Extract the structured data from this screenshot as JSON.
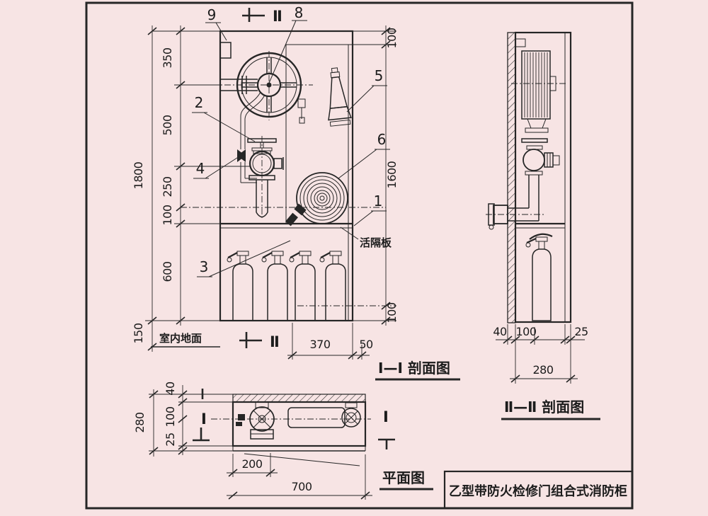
{
  "drawing": {
    "bg_color": "#f7e4e4",
    "line_color": "#262626",
    "title": "乙型带防火检修门组合式消防柜"
  },
  "front_view": {
    "label": "Ⅰ—Ⅰ 剖面图",
    "section_marker": "Ⅱ",
    "floor_label": "室内地面",
    "partition_label": "活隔板",
    "dim_total_height": "1800",
    "dim_base_height": "150",
    "dims_left": [
      "350",
      "500",
      "250",
      "100",
      "600"
    ],
    "dims_right": [
      "100",
      "1600",
      "100"
    ],
    "dims_bottom": [
      "370",
      "50"
    ],
    "callouts": {
      "c1": "1",
      "c2": "2",
      "c3": "3",
      "c4": "4",
      "c5": "5",
      "c6": "6",
      "c8": "8",
      "c9": "9"
    }
  },
  "side_view": {
    "label": "Ⅱ—Ⅱ 剖面图",
    "dims_bottom": [
      "40",
      "100",
      "25"
    ],
    "dim_total_depth": "280"
  },
  "plan_view": {
    "label": "平面图",
    "section_marker": "Ⅰ",
    "dims_left": [
      "40",
      "100",
      "25"
    ],
    "dim_total_depth": "280",
    "dims_bottom": [
      "200",
      "700"
    ]
  }
}
